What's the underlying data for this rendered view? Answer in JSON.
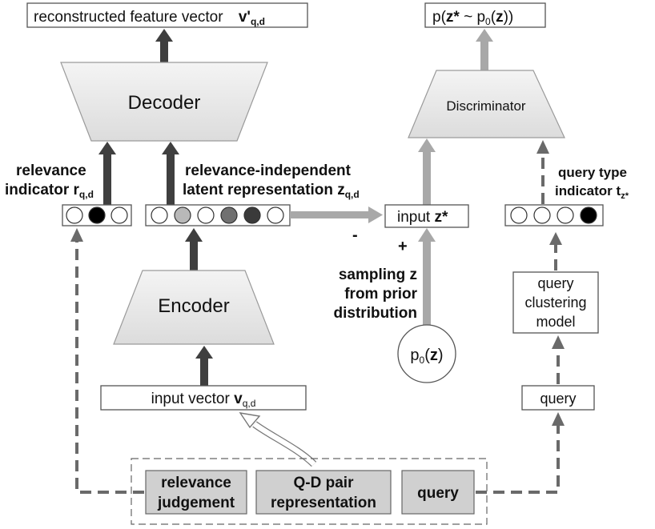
{
  "top_left_box": {
    "text": "reconstructed feature vector",
    "var": "v'",
    "sub": "q,d"
  },
  "top_right_box": {
    "pre": "p(",
    "z": "z*",
    "mid": " ~ p",
    "zero": "0",
    "open": "(",
    "z2": "z",
    "close": "))"
  },
  "decoder": {
    "label": "Decoder"
  },
  "encoder": {
    "label": "Encoder"
  },
  "discriminator": {
    "label": "Discriminator"
  },
  "relevance_indicator": {
    "line1": "relevance",
    "line2": "indicator ",
    "var": "r",
    "sub": "q,d",
    "circles": [
      "#ffffff",
      "#000000",
      "#ffffff"
    ]
  },
  "latent": {
    "line1": "relevance-independent",
    "line2": "latent representation ",
    "var": "z",
    "sub": "q,d",
    "circles": [
      "#ffffff",
      "#b8b8b8",
      "#ffffff",
      "#707070",
      "#3a3a3a",
      "#ffffff"
    ]
  },
  "input_z": {
    "text": "input ",
    "var": "z*"
  },
  "minus": "-",
  "plus": "+",
  "sampling": {
    "line1": "sampling z",
    "line2": "from prior",
    "line3": "distribution"
  },
  "prior": {
    "p": "p",
    "zero": "0",
    "open": "(",
    "z": "z",
    "close": ")"
  },
  "query_type": {
    "line1": "query type",
    "line2": "indicator ",
    "var": "t",
    "sub": "z*",
    "circles": [
      "#ffffff",
      "#ffffff",
      "#ffffff",
      "#000000"
    ]
  },
  "clustering": {
    "line1": "query",
    "line2": "clustering",
    "line3": "model"
  },
  "query_box": {
    "text": "query"
  },
  "input_vector": {
    "text": "input vector ",
    "var": "v",
    "sub": "q,d"
  },
  "bottom": {
    "relevance_line1": "relevance",
    "relevance_line2": "judgement",
    "qd_line1": "Q-D pair",
    "qd_line2": "representation",
    "query": "query"
  }
}
